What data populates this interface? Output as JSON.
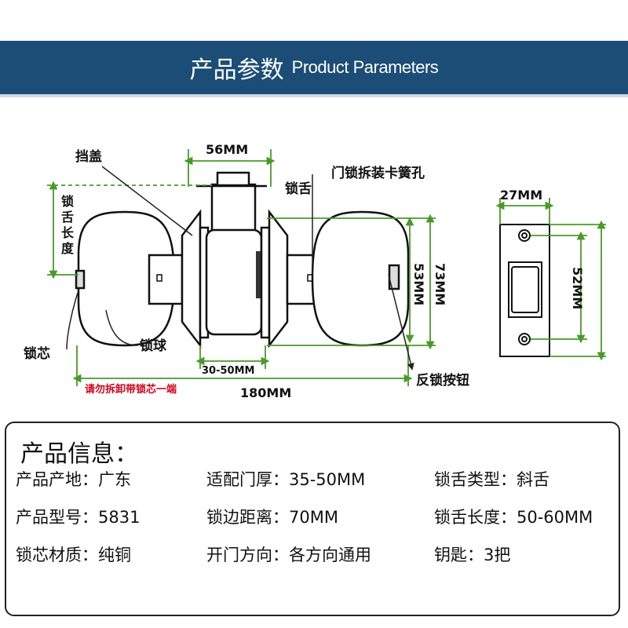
{
  "header": {
    "title_zh": "产品参数",
    "title_en": "Product Parameters"
  },
  "diagram": {
    "labels": {
      "cover": "挡盖",
      "latch": "锁舌",
      "latch_length": "锁舌长度",
      "spring_hole": "门锁拆装卡簧孔",
      "cylinder": "锁芯",
      "knob": "锁球",
      "lock_button": "反锁按钮",
      "warning": "请勿拆卸带锁芯一端"
    },
    "dims": {
      "width_56": "56MM",
      "door_30_50": "30-50MM",
      "total_180": "180MM",
      "height_53": "53MM",
      "height_73": "73MM",
      "plate_27": "27MM",
      "plate_52": "52MM"
    }
  },
  "info": {
    "title": "产品信息：",
    "rows": [
      [
        "产品产地：广东",
        "适配门厚：35-50MM",
        "锁舌类型：斜舌"
      ],
      [
        "产品型号：5831",
        "锁边距离：70MM",
        "锁舌长度：50-60MM"
      ],
      [
        "锁芯材质：纯铜",
        "开门方向：各方向通用",
        "钥匙：3把"
      ]
    ]
  },
  "colors": {
    "banner": "#1b4d76",
    "dimension_line": "#4a9a2a",
    "warning_text": "#d0021b"
  }
}
